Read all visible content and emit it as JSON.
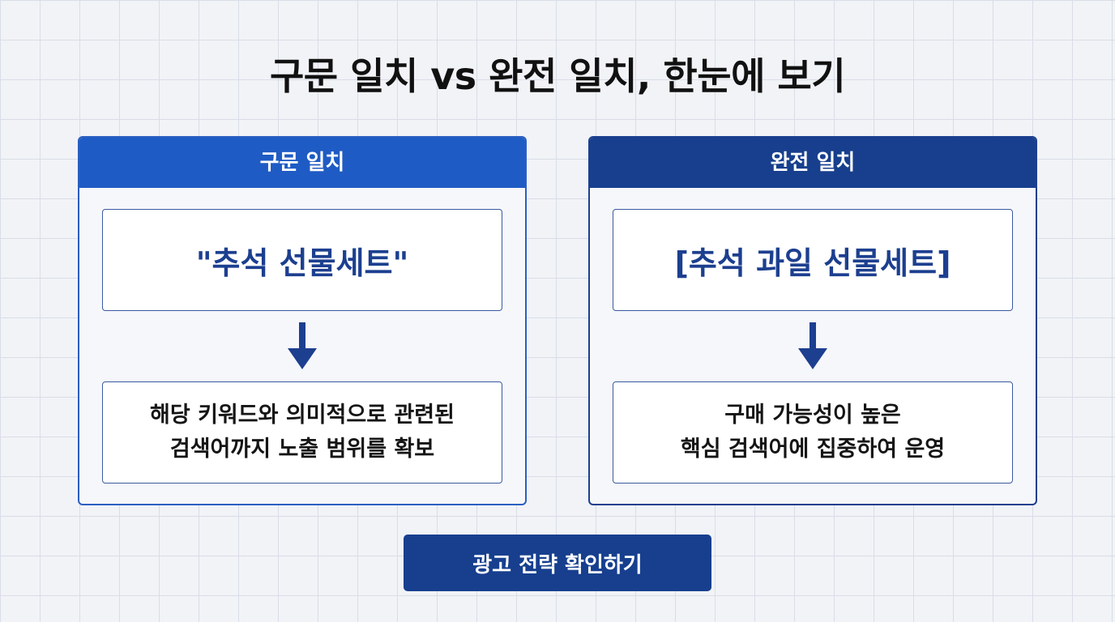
{
  "title": "구문 일치 vs 완전 일치, 한눈에 보기",
  "panels": [
    {
      "header": "구문 일치",
      "keyword": "\"추석 선물세트\"",
      "description": [
        "해당 키워드와 의미적으로 관련된",
        "검색어까지 노출 범위를 확보"
      ],
      "accent_color": "#1f5bc4"
    },
    {
      "header": "완전 일치",
      "keyword": "[추석 과일 선물세트]",
      "description": [
        "구매 가능성이 높은",
        "핵심 검색어에 집중하여 운영"
      ],
      "accent_color": "#173f8e"
    }
  ],
  "cta_label": "광고 전략 확인하기",
  "arrow_color": "#1c3f8f"
}
